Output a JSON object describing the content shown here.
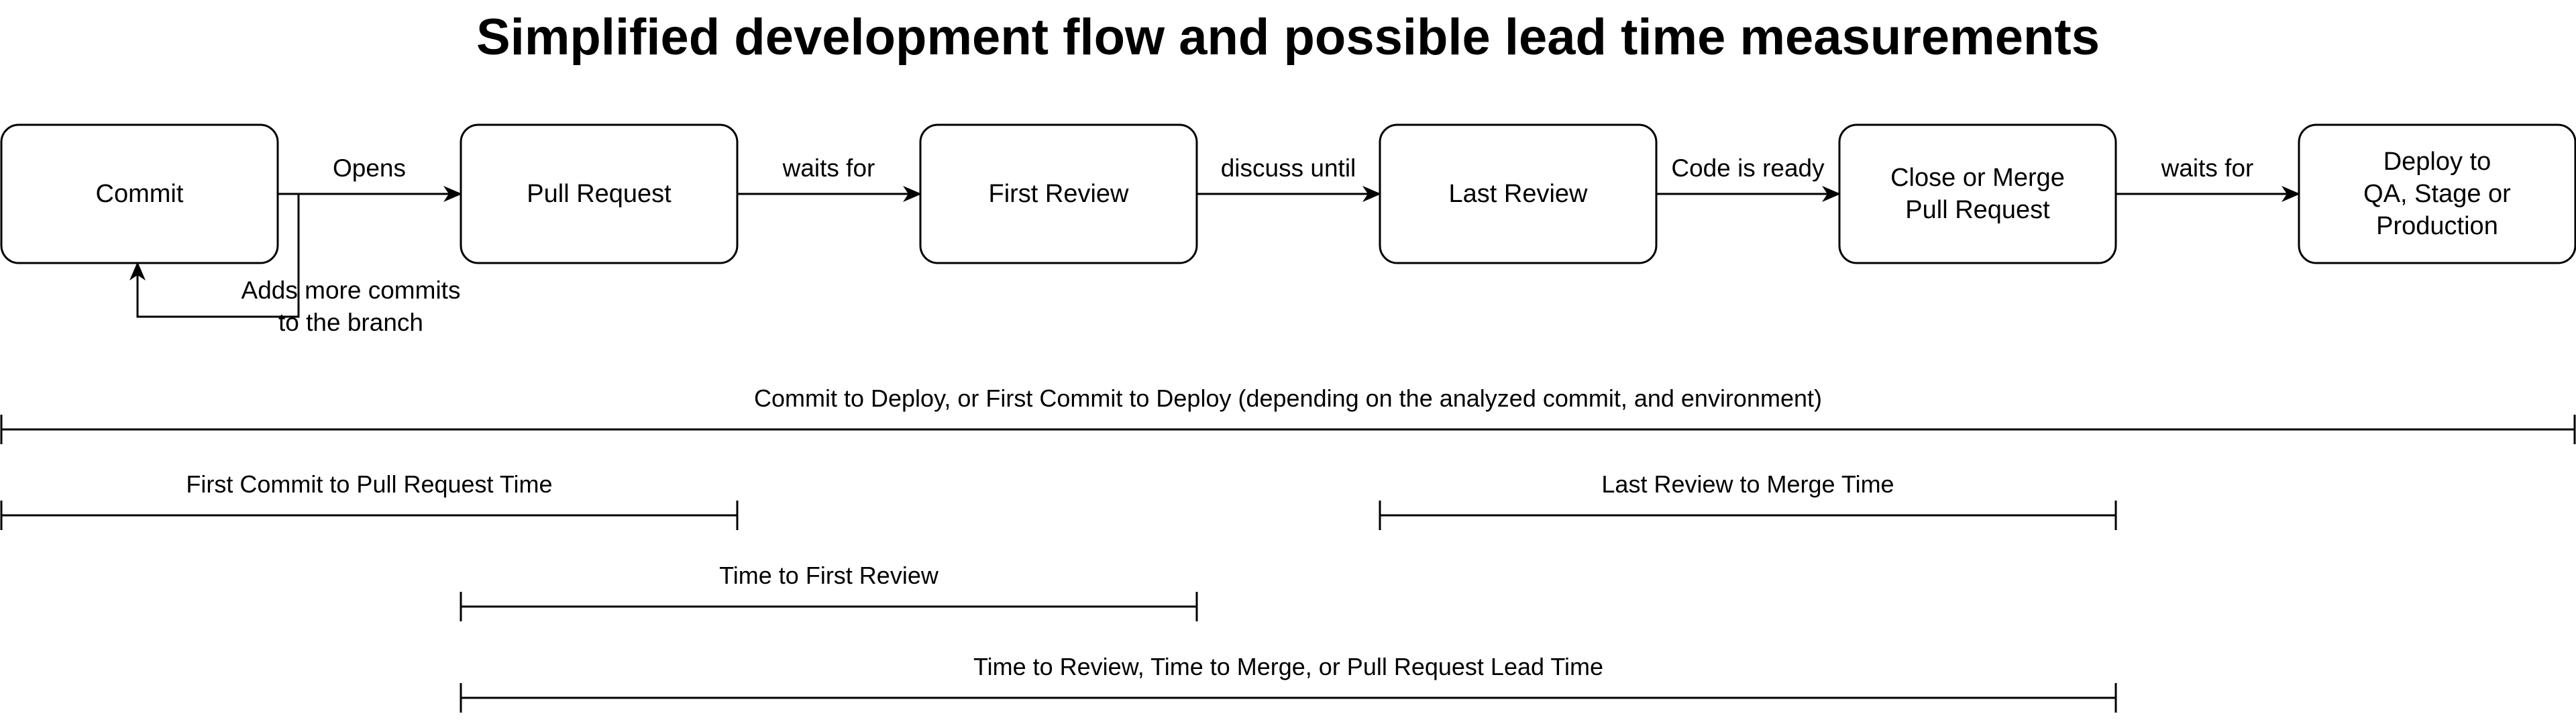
{
  "title": "Simplified development flow and possible lead time measurements",
  "nodes": [
    {
      "id": "commit",
      "lines": [
        "Commit"
      ]
    },
    {
      "id": "pull-request",
      "lines": [
        "Pull Request"
      ]
    },
    {
      "id": "first-review",
      "lines": [
        "First Review"
      ]
    },
    {
      "id": "last-review",
      "lines": [
        "Last Review"
      ]
    },
    {
      "id": "close-merge",
      "lines": [
        "Close or Merge",
        "Pull Request"
      ]
    },
    {
      "id": "deploy",
      "lines": [
        "Deploy to",
        "QA, Stage or",
        "Production"
      ]
    }
  ],
  "edges": [
    {
      "from": "commit",
      "to": "pull-request",
      "label": "Opens"
    },
    {
      "from": "pull-request",
      "to": "first-review",
      "label": "waits for"
    },
    {
      "from": "first-review",
      "to": "last-review",
      "label": "discuss until"
    },
    {
      "from": "last-review",
      "to": "close-merge",
      "label": "Code is ready"
    },
    {
      "from": "close-merge",
      "to": "deploy",
      "label": "waits for"
    }
  ],
  "loop": {
    "node": "commit",
    "lines": [
      "Adds more commits",
      "to the branch"
    ]
  },
  "spans": [
    {
      "id": "commit-to-deploy",
      "from": "commit",
      "to": "deploy",
      "label": "Commit to Deploy, or First Commit to Deploy (depending on the analyzed commit, and environment)"
    },
    {
      "id": "first-commit-to-pr",
      "from": "commit",
      "to": "pull-request",
      "label": "First Commit to Pull Request Time"
    },
    {
      "id": "last-review-to-merge",
      "from": "last-review",
      "to": "close-merge",
      "label": "Last Review to Merge Time"
    },
    {
      "id": "time-to-first-review",
      "from": "pull-request",
      "to": "first-review",
      "label": "Time to First Review"
    },
    {
      "id": "time-to-review-merge",
      "from": "pull-request",
      "to": "close-merge",
      "label": "Time to Review, Time to Merge, or Pull Request Lead Time"
    }
  ]
}
